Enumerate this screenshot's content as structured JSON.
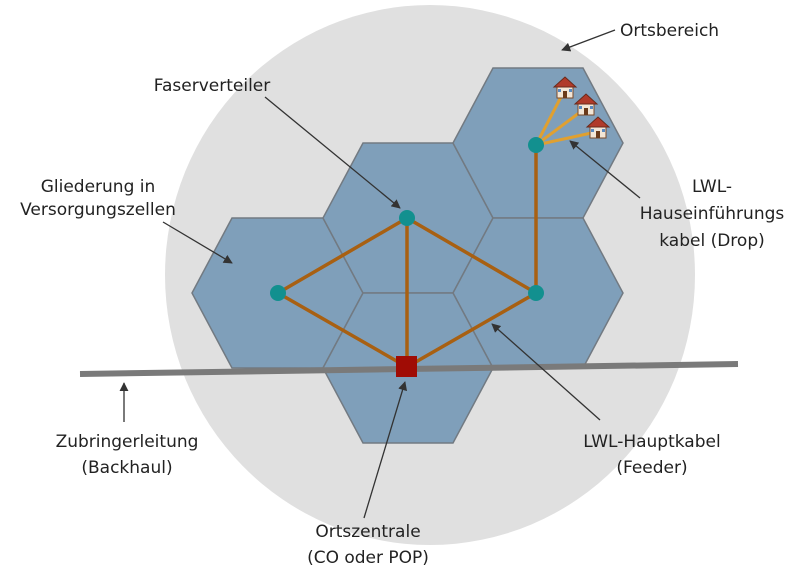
{
  "colors": {
    "background": "#ffffff",
    "area": "#e0e0e0",
    "cell": "#7f9fba",
    "cell_border": "#727a82",
    "feeder_cable": "#a86012",
    "drop_cable": "#e0a030",
    "node": "#12908f",
    "central_office": "#a00c05",
    "backhaul": "#7a7a7a",
    "leader": "#333333"
  },
  "labels": {
    "ortsbereich": "Ortsbereich",
    "faserverteiler": "Faserverteiler",
    "gliederung_1": "Gliederung in",
    "gliederung_2": "Versorgungszellen",
    "drop_1": "LWL-",
    "drop_2": "Hauseinführungs",
    "drop_3": "kabel (Drop)",
    "zubringer_1": "Zubringerleitung",
    "zubringer_2": "(Backhaul)",
    "feeder_1": "LWL-Hauptkabel",
    "feeder_2": "(Feeder)",
    "zentrale_1": "Ortszentrale",
    "zentrale_2": "(CO oder POP)"
  },
  "icons": {
    "house": "house-icon",
    "node": "fiber-node-icon",
    "central_office": "central-office-icon"
  }
}
